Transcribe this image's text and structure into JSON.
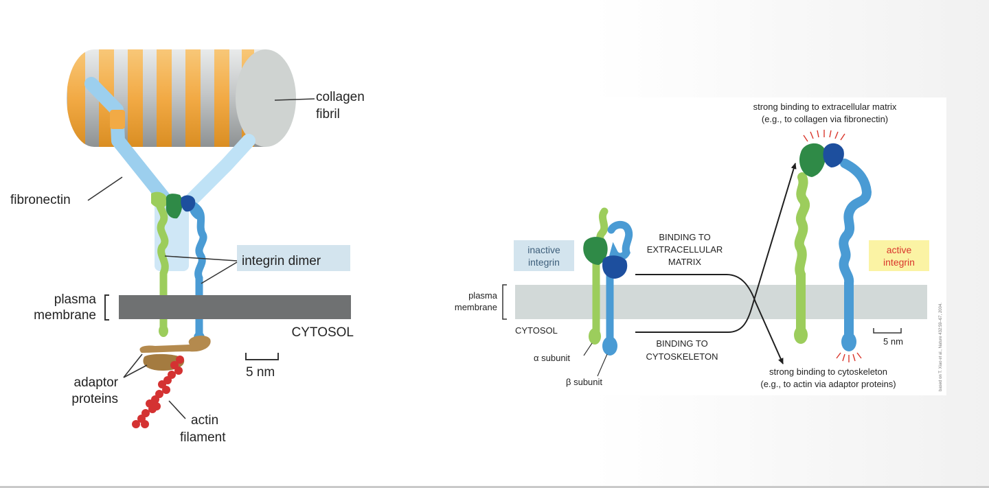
{
  "left_panel": {
    "collagen_label": [
      "collagen",
      "fibril"
    ],
    "fibronectin_label": "fibronectin",
    "integrin_dimer_label": "integrin dimer",
    "plasma_membrane_label": [
      "plasma",
      "membrane"
    ],
    "cytosol_label": "CYTOSOL",
    "scale_label": "5 nm",
    "adaptor_label": [
      "adaptor",
      "proteins"
    ],
    "actin_label": [
      "actin",
      "filament"
    ]
  },
  "right_panel": {
    "inactive_label": [
      "inactive",
      "integrin"
    ],
    "active_label": [
      "active",
      "integrin"
    ],
    "plasma_membrane_label": [
      "plasma",
      "membrane"
    ],
    "cytosol_label": "CYTOSOL",
    "binding_ecm_label": [
      "BINDING TO",
      "EXTRACELLULAR",
      "MATRIX"
    ],
    "binding_cyto_label": [
      "BINDING TO",
      "CYTOSKELETON"
    ],
    "strong_ecm_label": [
      "strong binding to extracellular matrix",
      "(e.g., to collagen via fibronectin)"
    ],
    "strong_cyto_label": [
      "strong binding to cytoskeleton",
      "(e.g., to actin via adaptor proteins)"
    ],
    "alpha_label": "α subunit",
    "beta_label": "β subunit",
    "scale_label": "5 nm",
    "credit": "based on T. Xiao et al., Nature 432:59–67, 2004."
  },
  "colors": {
    "collagen_orange": "#f2aa45",
    "collagen_gray": "#b9bcbd",
    "fibronectin": "#9ccfee",
    "alpha": "#9ccd5c",
    "alpha_head": "#2f8a47",
    "beta": "#4a9bd4",
    "beta_head": "#1d4f9e",
    "membrane_left": "#6f7172",
    "membrane_right": "#d2d9d8",
    "adaptor": "#b48a4e",
    "actin": "#d43232",
    "callout_blue": "#d3e4ee",
    "callout_yellow": "#fbf3a4",
    "active_red": "#d9352b"
  }
}
